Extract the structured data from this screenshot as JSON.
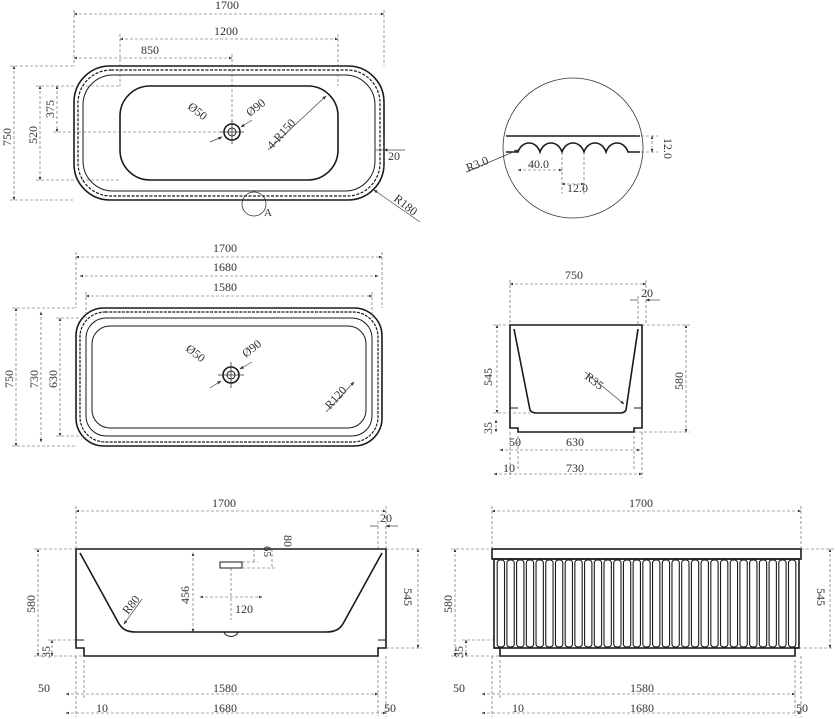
{
  "top_view": {
    "width_total": "1700",
    "inner_length": "1200",
    "drain_offset": "850",
    "depth_total": "750",
    "inner_depth": "520",
    "drain_depth": "375",
    "drain_dia": "Ø50",
    "overflow_dia": "Ø90",
    "inner_radius": "4-R150",
    "rim": "20",
    "outer_radius": "R180",
    "detail_ref": "A"
  },
  "detail_a": {
    "radius": "R3.0",
    "pitch": "40.0",
    "width": "12.0",
    "height": "12.0"
  },
  "plan_view": {
    "length_total": "1700",
    "length_mid": "1680",
    "length_inner": "1580",
    "depth_total": "750",
    "depth_mid": "730",
    "depth_inner": "630",
    "drain_dia": "Ø50",
    "overflow_dia": "Ø90",
    "corner_radius": "R120"
  },
  "end_section": {
    "width_top": "750",
    "rim": "20",
    "depth_inner": "545",
    "height_total": "580",
    "inner_radius": "R35",
    "base_h": "35",
    "base_offset": "50",
    "base_inner": "630",
    "base_side": "10",
    "base_total": "730"
  },
  "side_section": {
    "length": "1700",
    "rim": "20",
    "height": "580",
    "depth": "456",
    "outer": "545",
    "overflow_h1": "65",
    "overflow_h2": "80",
    "overflow_w": "120",
    "radius": "R80",
    "base_h": "35",
    "base_offset": "50",
    "base_inner": "1580",
    "base_side": "10",
    "base_total": "1680",
    "base_right": "50"
  },
  "side_elevation": {
    "length": "1700",
    "height": "580",
    "outer": "545",
    "base_h": "35",
    "base_offset": "50",
    "base_inner": "1580",
    "base_side": "10",
    "base_total": "1680",
    "base_right": "50"
  }
}
